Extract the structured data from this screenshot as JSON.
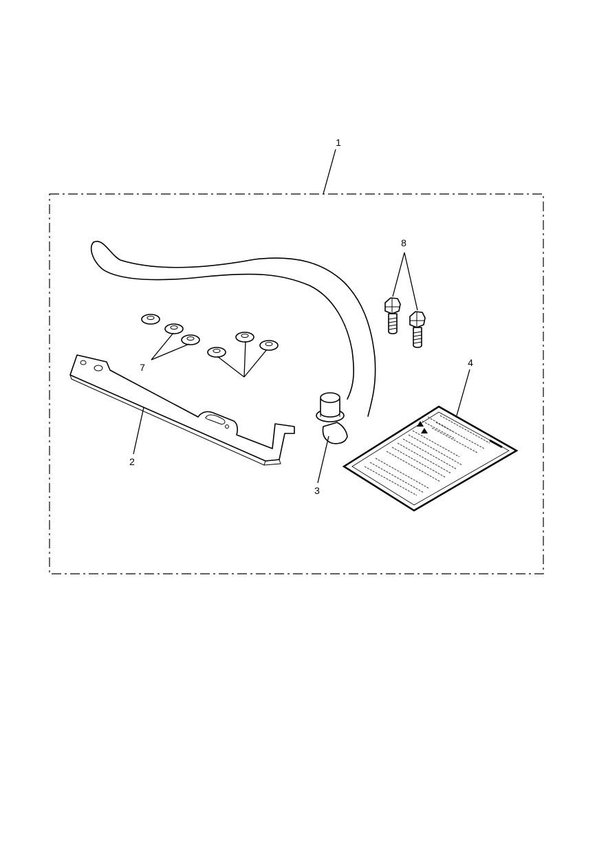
{
  "diagram": {
    "callouts": {
      "c1": "1",
      "c2": "2",
      "c3": "3",
      "c4": "4",
      "c7": "7",
      "c8": "8"
    }
  }
}
